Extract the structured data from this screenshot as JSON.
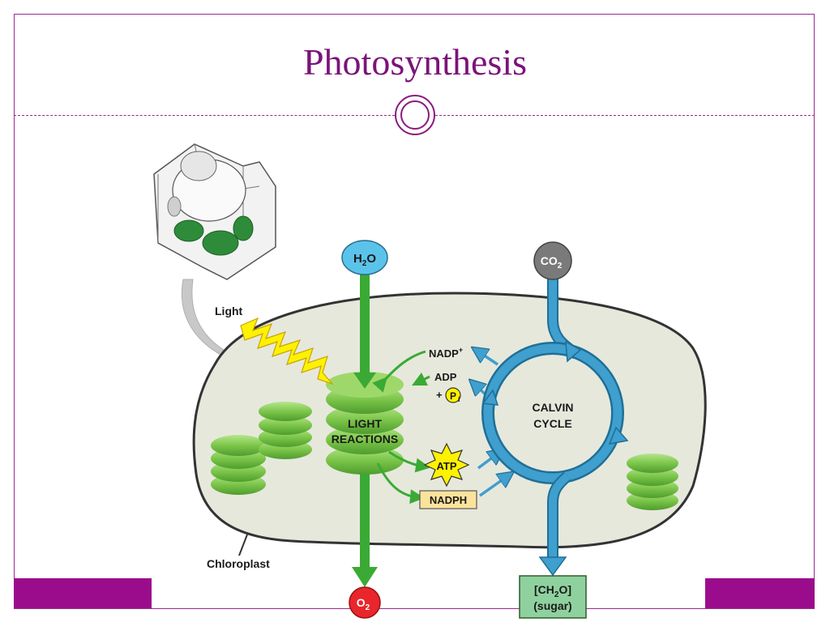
{
  "slide": {
    "title": "Photosynthesis"
  },
  "diagram": {
    "labels": {
      "light": "Light",
      "chloroplast": "Chloroplast",
      "light_reactions_line1": "LIGHT",
      "light_reactions_line2": "REACTIONS",
      "calvin_line1": "CALVIN",
      "calvin_line2": "CYCLE",
      "nadp": "NADP",
      "nadp_sup": "+",
      "adp": "ADP",
      "plus": "+",
      "pi_p": "P",
      "pi_sub": "i",
      "atp": "ATP",
      "nadph": "NADPH"
    },
    "inputs": {
      "h2o_a": "H",
      "h2o_sub": "2",
      "h2o_b": "O",
      "co2_a": "CO",
      "co2_sub": "2"
    },
    "outputs": {
      "o2_a": "O",
      "o2_sub": "2",
      "sugar_a": "[CH",
      "sugar_sub": "2",
      "sugar_b": "O]",
      "sugar_line2": "(sugar)"
    },
    "colors": {
      "accent": "#9b0c8c",
      "title": "#7b1379",
      "stroma": "#e6e8dc",
      "thylakoid": "#7cc64a",
      "green_arrow": "#3aaa35",
      "blue_arrow": "#3f9fce",
      "water": "#5bc3ea",
      "co2": "#7a7a7a",
      "oxygen": "#e8262b",
      "sugar_box": "#8fd19e",
      "nadph_box": "#fbe39b",
      "atp_star": "#fff200",
      "light_bolt": "#fff200"
    }
  }
}
